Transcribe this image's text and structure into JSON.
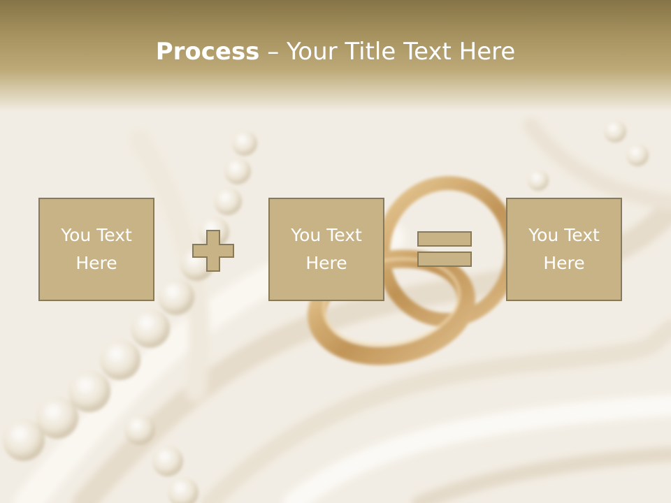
{
  "slide": {
    "title_bold": "Process",
    "title_rest": " – Your Title Text Here"
  },
  "process": {
    "boxes": [
      {
        "label": "You Text Here"
      },
      {
        "label": "You Text Here"
      },
      {
        "label": "You Text Here"
      }
    ],
    "operators": [
      "plus-icon",
      "equals-icon"
    ]
  },
  "colors": {
    "header_top": "#857447",
    "header_bottom": "#bca977",
    "box_fill": "#c8b387",
    "box_border": "#877a5a",
    "text": "#ffffff"
  }
}
